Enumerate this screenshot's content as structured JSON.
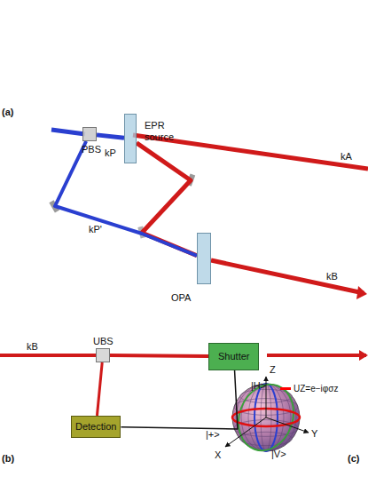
{
  "diagram": {
    "nodes": [
      {
        "text": [
          "PBS"
        ]
      },
      {
        "text": [
          "EPR source"
        ]
      },
      {
        "text": [
          "OPA"
        ]
      },
      {
        "text": [
          "UBS"
        ]
      },
      {
        "text": [
          "Detection"
        ]
      },
      {
        "text": [
          "Shutter"
        ]
      }
    ],
    "edges": [
      {
        "from": 0,
        "to": 1,
        "label": "kP",
        "arrow": "none"
      },
      {
        "from": 1,
        "to": 2,
        "arrow": "none"
      },
      {
        "from": 0,
        "to": 2,
        "label": "kP'",
        "arrow": "none"
      },
      {
        "from": 3,
        "to": 5,
        "arrow": "none"
      },
      {
        "from": 3,
        "to": 4,
        "arrow": "none"
      },
      {
        "from": 4,
        "to": 5,
        "arrow": "none"
      }
    ],
    "labels": [
      "(a)",
      "kA",
      "kB",
      "(b)",
      "kB",
      "Z",
      "|H>",
      "|+>",
      "X",
      "Y",
      "|V>",
      "(c)"
    ],
    "legend": [
      {
        "text": "UZ=e−iφσz",
        "color": "#ff0000"
      }
    ]
  }
}
